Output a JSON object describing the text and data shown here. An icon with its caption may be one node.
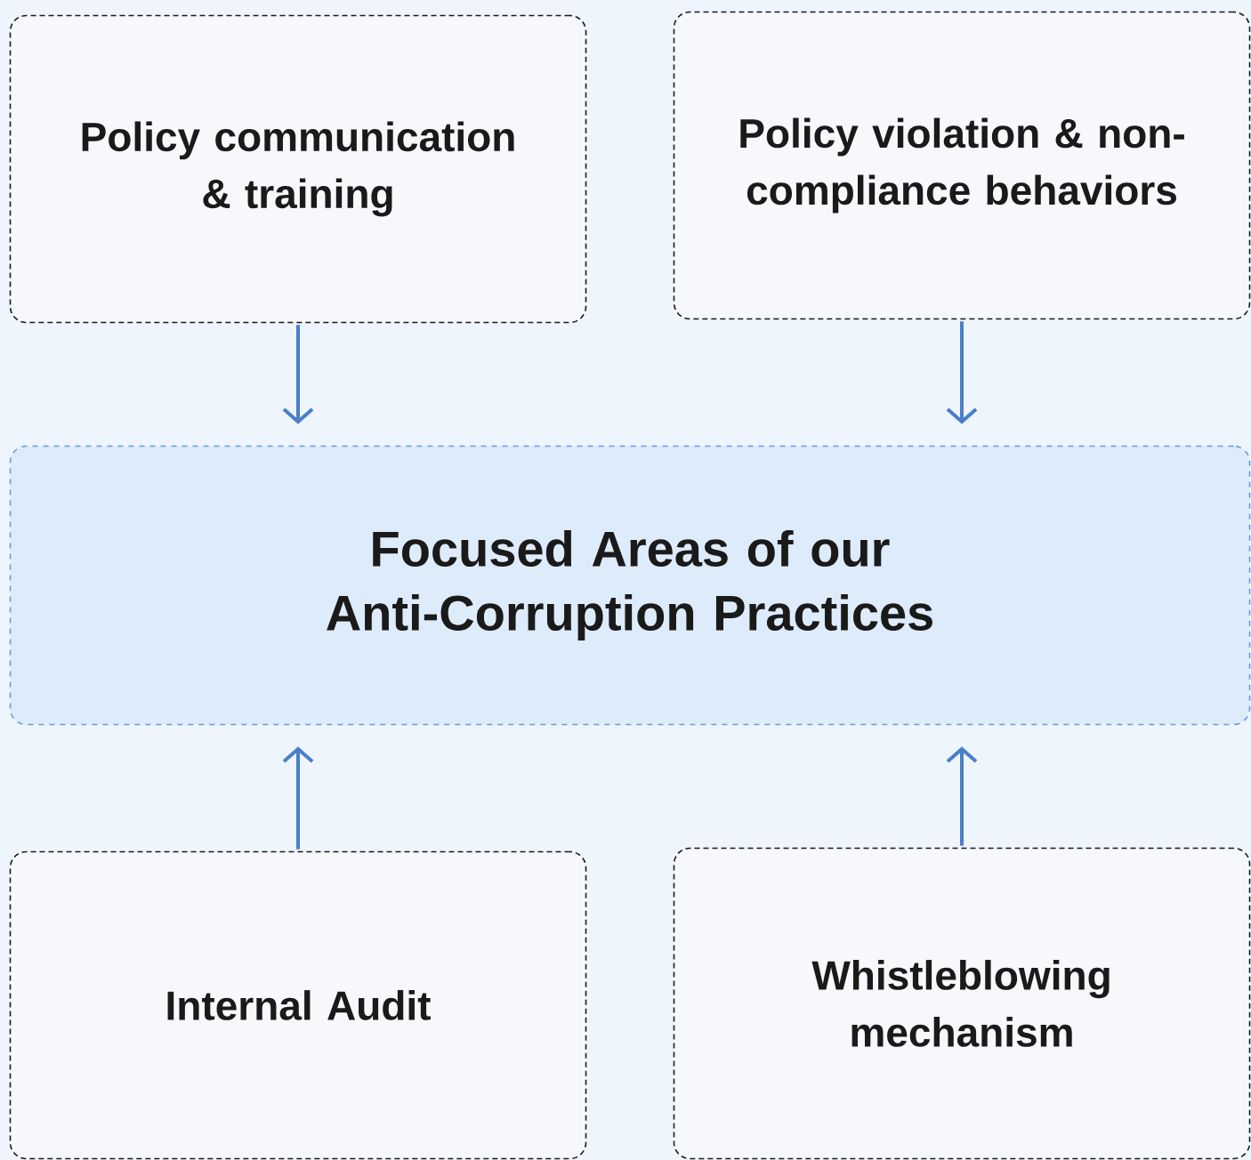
{
  "diagram": {
    "nodes": [
      {
        "text": [
          "Policy communication & training"
        ]
      },
      {
        "text": [
          "Policy violation & non-compliance behaviors"
        ]
      },
      {
        "text": [
          "Focused Areas of our Anti-Corruption Practices"
        ]
      },
      {
        "text": [
          "Internal Audit"
        ]
      },
      {
        "text": [
          "Whistleblowing mechanism"
        ]
      }
    ],
    "edges": [
      {
        "from": 0,
        "to": 2,
        "arrow": "to"
      },
      {
        "from": 1,
        "to": 2,
        "arrow": "to"
      },
      {
        "from": 3,
        "to": 2,
        "arrow": "to"
      },
      {
        "from": 4,
        "to": 2,
        "arrow": "to"
      }
    ]
  }
}
